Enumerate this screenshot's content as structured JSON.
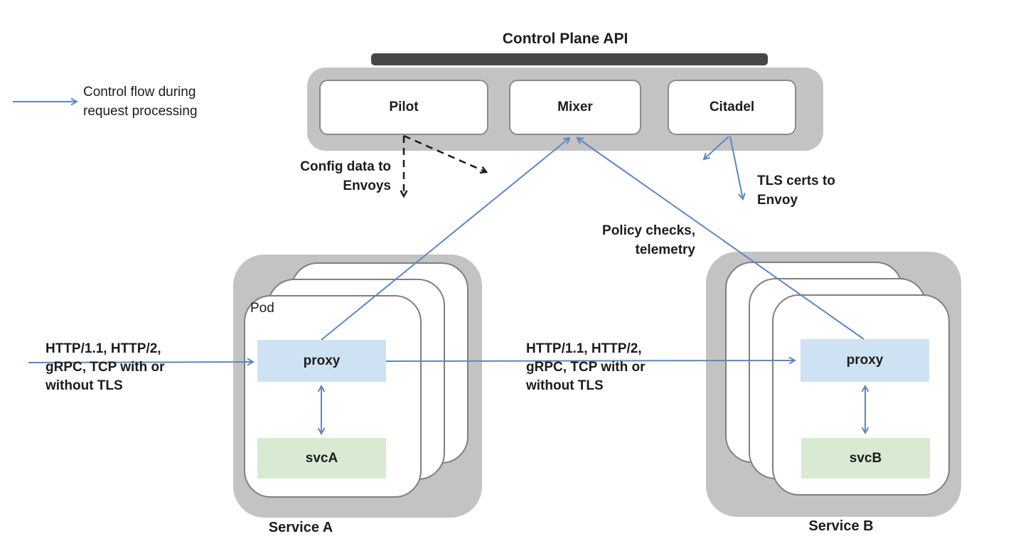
{
  "control_plane": {
    "title": "Control Plane API",
    "pilot_label": "Pilot",
    "mixer_label": "Mixer",
    "citadel_label": "Citadel"
  },
  "annotations": {
    "legend": "Control flow during\nrequest processing",
    "config_data": "Config data to\nEnvoys",
    "tls_certs": "TLS certs to\nEnvoy",
    "policy_checks": "Policy checks,\ntelemetry",
    "http_left": "HTTP/1.1, HTTP/2,\ngRPC, TCP with or\nwithout TLS",
    "http_middle": "HTTP/1.1, HTTP/2,\ngRPC, TCP with or\nwithout TLS"
  },
  "service_a": {
    "label": "Service A",
    "pod_label": "Pod",
    "proxy_label": "proxy",
    "svc_label": "svcA"
  },
  "service_b": {
    "label": "Service B",
    "proxy_label": "proxy",
    "svc_label": "svcB"
  },
  "colors": {
    "arrow_blue": "#5b87c5",
    "dashed_black": "#1c1c1c",
    "container_gray": "#c3c3c3",
    "dark_bar": "#474747",
    "box_border": "#8a8a8a",
    "pod_border": "#7f7f7f",
    "proxy_fill": "#cfe2f3",
    "svc_fill": "#d9ead3"
  }
}
